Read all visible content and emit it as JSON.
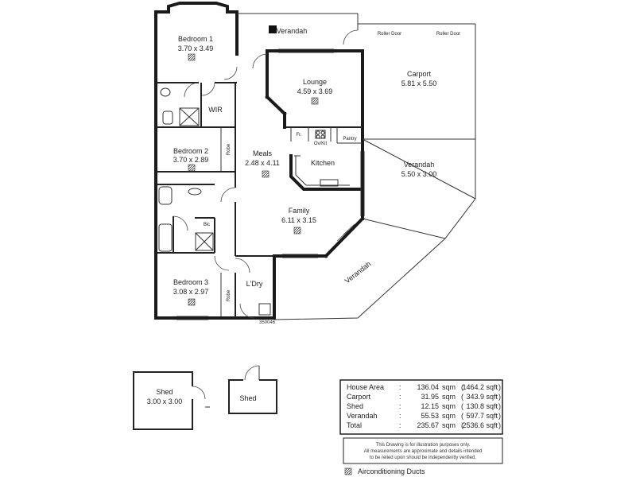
{
  "rooms": {
    "bedroom1": {
      "name": "Bedroom 1",
      "dims": "3.70 x 3.49"
    },
    "bedroom2": {
      "name": "Bedroom 2",
      "dims": "3.70 x 2.89"
    },
    "bedroom3": {
      "name": "Bedroom 3",
      "dims": "3.08 x 2.97"
    },
    "lounge": {
      "name": "Lounge",
      "dims": "4.59 x 3.69"
    },
    "meals": {
      "name": "Meals",
      "dims": "2.48 x 4.11"
    },
    "family": {
      "name": "Family",
      "dims": "6.11 x 3.15"
    },
    "kitchen": {
      "name": "Kitchen"
    },
    "carport": {
      "name": "Carport",
      "dims": "5.81 x 5.50"
    },
    "verandah_top": {
      "name": "Verandah"
    },
    "verandah_right": {
      "name": "Verandah",
      "dims": "5.50 x 3.00"
    },
    "verandah_bottom": {
      "name": "Verandah"
    },
    "laundry": {
      "name": "L'Dry"
    },
    "shed_large": {
      "name": "Shed",
      "dims": "3.00 x 3.00"
    },
    "shed_small": {
      "name": "Shed"
    }
  },
  "labels": {
    "wir": "WIR",
    "robe1": "Robe",
    "robe2": "Robe",
    "bic": "Bic",
    "pantry": "Pantry",
    "fr": "Fr.",
    "ovkit": "Ov/Kit",
    "roller_door_1": "Roller Door",
    "roller_door_2": "Roller Door",
    "stamp": "350046"
  },
  "area_table": {
    "rows": [
      {
        "label": "House Area",
        "sqm": "136.04",
        "sqft": "1464.2 sqft"
      },
      {
        "label": "Carport",
        "sqm": "31.95",
        "sqft": "343.9 sqft"
      },
      {
        "label": "Shed",
        "sqm": "12.15",
        "sqft": "130.8 sqft"
      },
      {
        "label": "Verandah",
        "sqm": "55.53",
        "sqft": "597.7 sqft"
      },
      {
        "label": "Total",
        "sqm": "235.67",
        "sqft": "2536.6 sqft"
      }
    ],
    "unit": "sqm",
    "disclaimer": [
      "This Drawing is for illustration purposes only.",
      "All measurements are approximate and details intended",
      "to be relied upon should be independently verified."
    ]
  },
  "legend": {
    "label": "Airconditioning Ducts"
  }
}
